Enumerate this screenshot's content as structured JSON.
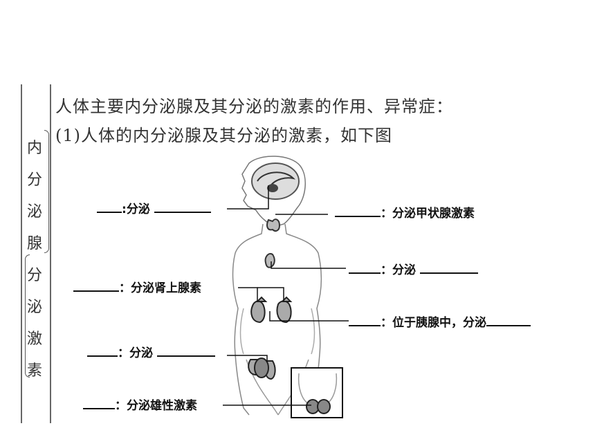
{
  "side_text": [
    "内",
    "分",
    "泌",
    "腺",
    "分",
    "泌",
    "激",
    "素"
  ],
  "heading": "人体主要内分泌腺及其分泌的激素的作用、异常症：",
  "subheading": "(1)人体的内分泌腺及其分泌的激素，如下图",
  "labels": {
    "pituitary": {
      "sep": ":",
      "verb": "分泌"
    },
    "thyroid": {
      "sep": "：",
      "text": "分泌甲状腺激素"
    },
    "adrenal": {
      "sep": "：",
      "text": "分泌肾上腺素"
    },
    "thymus": {
      "sep": "：",
      "text": "分泌"
    },
    "pancreas": {
      "sep": "：",
      "text": "位于胰腺中，分泌"
    },
    "ovary": {
      "sep": "：",
      "text": "分泌"
    },
    "testis": {
      "sep": "：",
      "text": "分泌雄性激素"
    }
  }
}
